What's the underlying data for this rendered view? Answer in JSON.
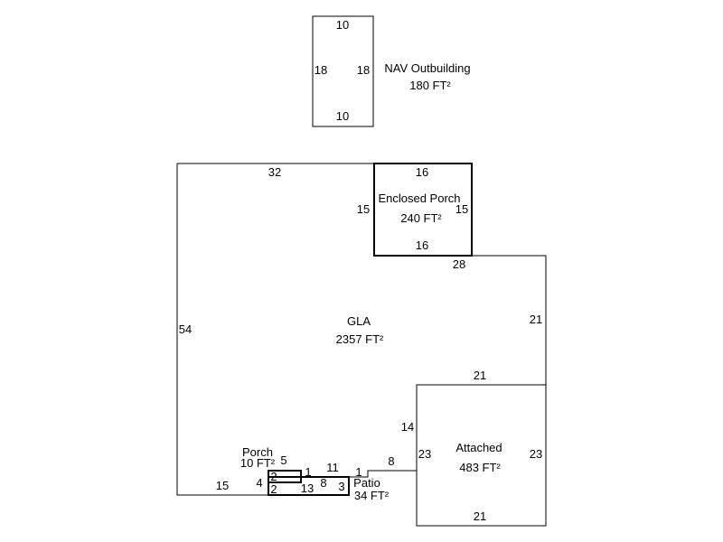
{
  "areas": {
    "outbuilding": {
      "name": "NAV Outbuilding",
      "area": "180 FT²",
      "dims": {
        "top": "10",
        "bottom": "10",
        "left": "18",
        "right": "18"
      }
    },
    "gla": {
      "name": "GLA",
      "area": "2357 FT²",
      "dims": {
        "top": "32",
        "left": "54",
        "right_upper": "21",
        "step_top": "28",
        "inner_21": "21",
        "inner_14": "14",
        "bottom_8": "8",
        "bottom_1a": "1",
        "bottom_11": "11",
        "bottom_1b": "1",
        "bottom_15": "15",
        "bottom_4": "4",
        "porch_5": "5"
      }
    },
    "enclosed_porch": {
      "name": "Enclosed Porch",
      "area": "240 FT²",
      "dims": {
        "top": "16",
        "bottom": "16",
        "left": "15",
        "right": "15"
      }
    },
    "attached": {
      "name": "Attached",
      "area": "483 FT²",
      "dims": {
        "top": "21",
        "bottom": "21",
        "left": "23",
        "right": "23"
      }
    },
    "porch": {
      "name": "Porch",
      "area": "10 FT²",
      "dims": {
        "left": "2"
      }
    },
    "patio": {
      "name": "Patio",
      "area": "34 FT²",
      "dims": {
        "left": "2",
        "bottom": "13",
        "inner": "8",
        "right": "3"
      }
    }
  }
}
